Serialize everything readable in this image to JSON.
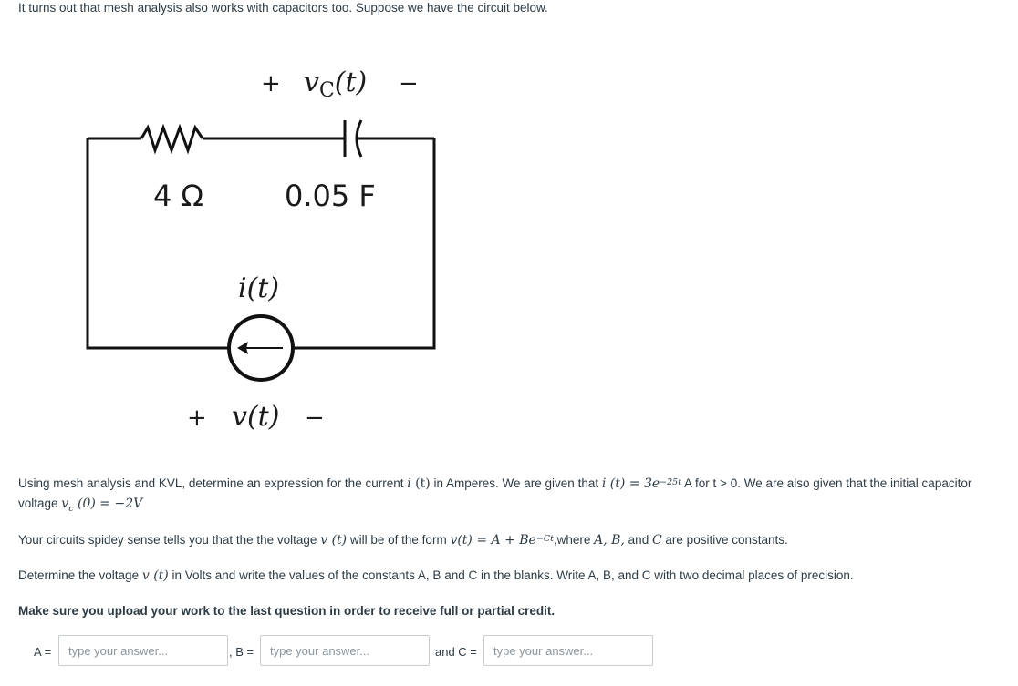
{
  "question": {
    "intro": "It turns out that mesh analysis also works with capacitors too.  Suppose we have the circuit below.",
    "p1": {
      "a": "Using mesh analysis and KVL, determine an expression for the current ",
      "b": " in Amperes. We are given that ",
      "c": " A for t > 0. We are also given that the initial capacitor",
      "d": "voltage ",
      "m_i": "i",
      "m_t1": "(t)",
      "m_i2": "i",
      "m_t2": "(t) = 3e",
      "m_exp": "−25t",
      "m_vc": "v",
      "m_vc_sub": "c",
      "m_vc_rest": "(0) = −2V"
    },
    "p2": {
      "a": "Your circuits spidey sense tells you that the the voltage ",
      "b": " will be of the form ",
      "c": ",where ",
      "d": " are positive constants.",
      "m_v": "v",
      "m_t": "(t)",
      "m_form": "v(t) = A + Be",
      "m_exp": "−Ct",
      "m_abc": "A, B,",
      "m_and": " and ",
      "m_c": "C"
    },
    "p3": {
      "a": "Determine the voltage ",
      "b": " in Volts and write the values of the constants A, B and C in the blanks.  Write A, B, and C with two decimal places of precision.",
      "m_v": "v",
      "m_t": "(t)"
    },
    "p4": "Make sure you upload your work to the last question in order to receive full or partial credit."
  },
  "circuit": {
    "capacitor_voltage_plus": "+",
    "capacitor_voltage_v": "v",
    "capacitor_voltage_sub": "C",
    "capacitor_voltage_t": "(t)",
    "capacitor_voltage_minus": "−",
    "resistor_label": "4 Ω",
    "capacitor_label": "0.05 F",
    "current_label": "i(t)",
    "source_voltage_plus": "+",
    "source_voltage_label": "v(t)",
    "source_voltage_minus": "−"
  },
  "answers": {
    "a_label": "A =",
    "b_label": ", B =",
    "c_label": "and C =",
    "placeholder": "type your answer..."
  }
}
